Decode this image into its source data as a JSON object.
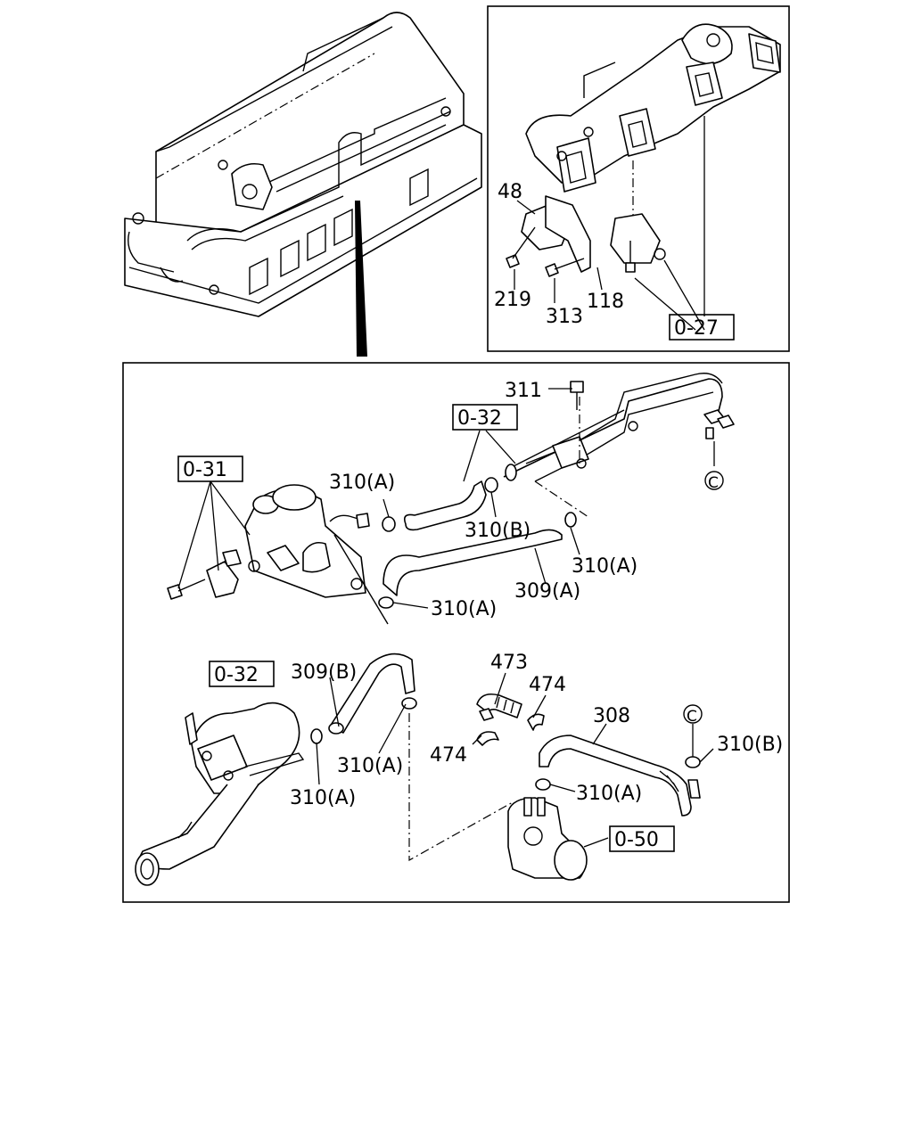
{
  "inset_labels": {
    "l48": "48",
    "l219": "219",
    "l313": "313",
    "l118": "118",
    "ref_0_27": "0-27"
  },
  "main_labels": {
    "l311": "311",
    "ref_0_32_top": "0-32",
    "ref_0_31": "0-31",
    "l310a_1": "310(A)",
    "l310b_1": "310(B)",
    "l310a_2": "310(A)",
    "l309a": "309(A)",
    "l310a_3": "310(A)",
    "circle_c_1": "C",
    "ref_0_32_bottom": "0-32",
    "l309b": "309(B)",
    "l310a_4": "310(A)",
    "l310a_5": "310(A)",
    "l473": "473",
    "l474_1": "474",
    "l474_2": "474",
    "l308": "308",
    "circle_c_2": "C",
    "l310b_2": "310(B)",
    "l310a_6": "310(A)",
    "ref_0_50": "0-50"
  },
  "icons": [
    "engine-head-icon",
    "exhaust-manifold-icon",
    "egr-valve-icon",
    "hose-icon",
    "clamp-icon",
    "bolt-icon",
    "bracket-icon",
    "pipe-icon",
    "thermostat-housing-icon",
    "throttle-body-icon"
  ]
}
